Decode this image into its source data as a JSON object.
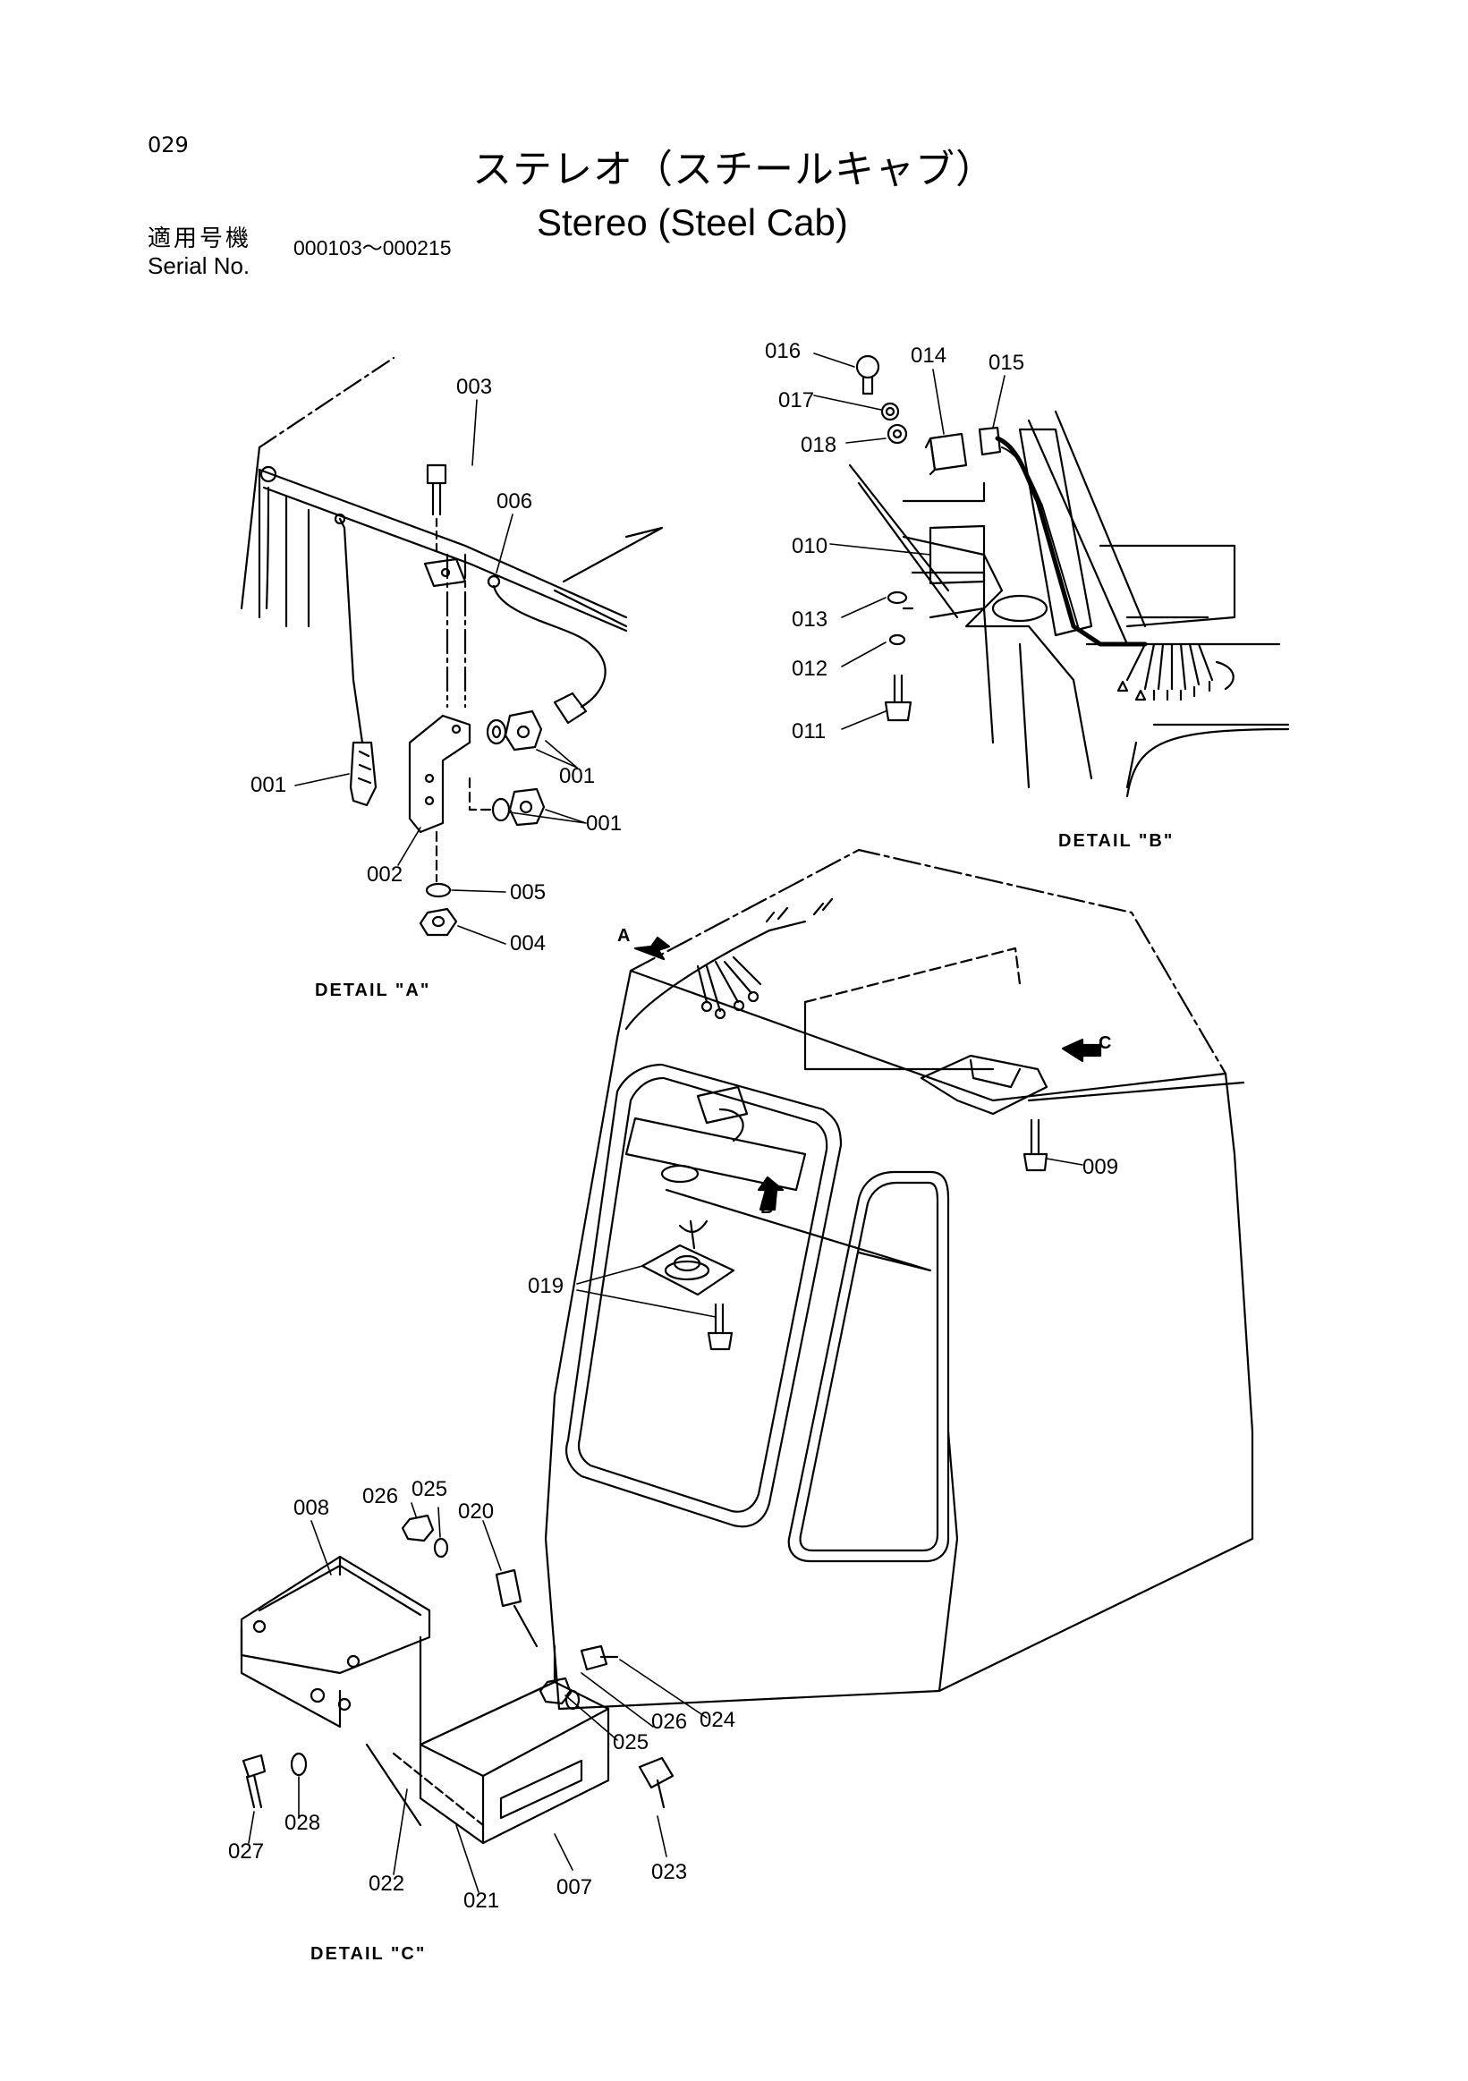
{
  "header": {
    "page_number": "029",
    "title_jp": "ステレオ（スチールキャブ）",
    "title_en": "Stereo (Steel Cab)",
    "serial_label_jp": "適用号機",
    "serial_label_en": "Serial No.",
    "serial_range": "000103～000215"
  },
  "details": {
    "a": "DETAIL \"A\"",
    "b": "DETAIL \"B\"",
    "c": "DETAIL \"C\""
  },
  "view_arrows": {
    "a": "A",
    "b": "B",
    "c": "C"
  },
  "callouts": {
    "p001a": "001",
    "p001b": "001",
    "p001c": "001",
    "p002": "002",
    "p003": "003",
    "p004": "004",
    "p005": "005",
    "p006": "006",
    "p007": "007",
    "p008": "008",
    "p009": "009",
    "p010": "010",
    "p011": "011",
    "p012": "012",
    "p013": "013",
    "p014": "014",
    "p015": "015",
    "p016": "016",
    "p017": "017",
    "p018": "018",
    "p019": "019",
    "p020": "020",
    "p021": "021",
    "p022": "022",
    "p023": "023",
    "p024": "024",
    "p025a": "025",
    "p025b": "025",
    "p026a": "026",
    "p026b": "026",
    "p027": "027",
    "p028": "028"
  }
}
